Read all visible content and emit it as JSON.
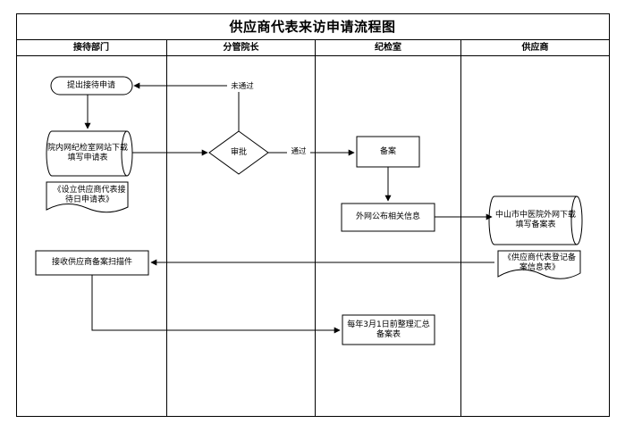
{
  "title": "供应商代表来访申请流程图",
  "lanes": [
    "接待部门",
    "分管院长",
    "纪检室",
    "供应商"
  ],
  "nodes": {
    "submit": "提出接待申请",
    "web_form_download": "院内网纪检室网站下载填写申请表",
    "internal_form_doc": "《设立供应商代表接待日申请表》",
    "approve": "审批",
    "file_record": "备案",
    "publish_external": "外网公布相关信息",
    "supplier_download": "中山市中医院外网下载填写备案表",
    "supplier_form_doc": "《供应商代表登记备案信息表》",
    "receive_scan": "接收供应商备案扫描件",
    "annual_summary": "每年3月1日前整理汇总备案表"
  },
  "edges": {
    "rejected": "未通过",
    "passed": "通过"
  }
}
